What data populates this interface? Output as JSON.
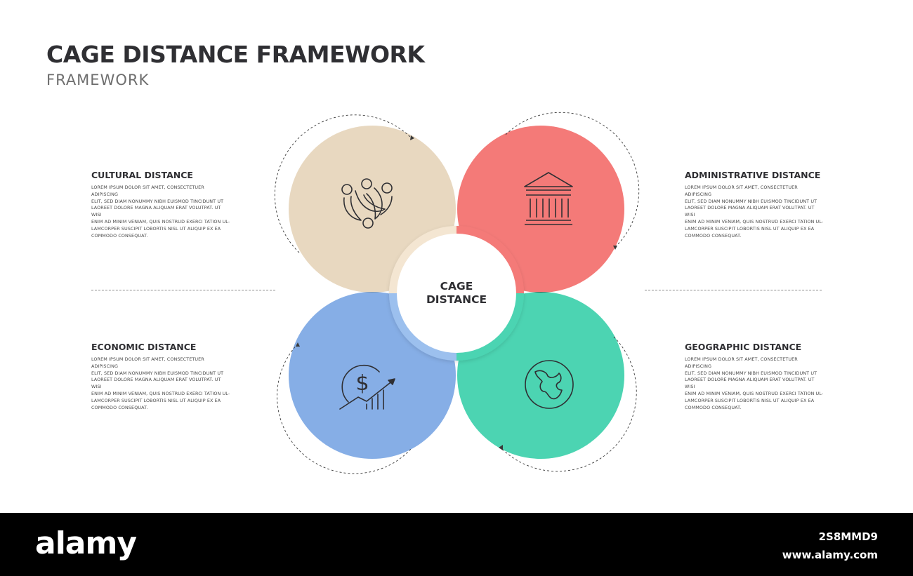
{
  "header": {
    "title": "CAGE DISTANCE FRAMEWORK",
    "subtitle": "FRAMEWORK"
  },
  "center": {
    "line1": "CAGE",
    "line2": "DISTANCE"
  },
  "blocks": {
    "cultural": {
      "heading": "CULTURAL DISTANCE",
      "lines": [
        "LOREM IPSUM DOLOR SIT AMET, CONSECTETUER ADIPISCING",
        "ELIT, SED DIAM NONUMMY NIBH EUISMOD TINCIDUNT UT",
        "LAOREET DOLORE MAGNA ALIQUAM ERAT VOLUTPAT. UT WISI",
        "ENIM AD MINIM VENIAM, QUIS NOSTRUD EXERCI TATION UL-",
        "LAMCORPER SUSCIPIT LOBORTIS NISL UT ALIQUIP EX EA",
        "COMMODO CONSEQUAT."
      ]
    },
    "administrative": {
      "heading": "ADMINISTRATIVE DISTANCE",
      "lines": [
        "LOREM IPSUM DOLOR SIT AMET, CONSECTETUER ADIPISCING",
        "ELIT, SED DIAM NONUMMY NIBH EUISMOD TINCIDUNT UT",
        "LAOREET DOLORE MAGNA ALIQUAM ERAT VOLUTPAT. UT WISI",
        "ENIM AD MINIM VENIAM, QUIS NOSTRUD EXERCI TATION UL-",
        "LAMCORPER SUSCIPIT LOBORTIS NISL UT ALIQUIP EX EA",
        "COMMODO CONSEQUAT."
      ]
    },
    "economic": {
      "heading": "ECONOMIC DISTANCE",
      "lines": [
        "LOREM IPSUM DOLOR SIT AMET, CONSECTETUER ADIPISCING",
        "ELIT, SED DIAM NONUMMY NIBH EUISMOD TINCIDUNT UT",
        "LAOREET DOLORE MAGNA ALIQUAM ERAT VOLUTPAT. UT WISI",
        "ENIM AD MINIM VENIAM, QUIS NOSTRUD EXERCI TATION UL-",
        "LAMCORPER SUSCIPIT LOBORTIS NISL UT ALIQUIP EX EA",
        "COMMODO CONSEQUAT."
      ]
    },
    "geographic": {
      "heading": "GEOGRAPHIC DISTANCE",
      "lines": [
        "LOREM IPSUM DOLOR SIT AMET, CONSECTETUER ADIPISCING",
        "ELIT, SED DIAM NONUMMY NIBH EUISMOD TINCIDUNT UT",
        "LAOREET DOLORE MAGNA ALIQUAM ERAT VOLUTPAT. UT WISI",
        "ENIM AD MINIM VENIAM, QUIS NOSTRUD EXERCI TATION UL-",
        "LAMCORPER SUSCIPIT LOBORTIS NISL UT ALIQUIP EX EA",
        "COMMODO CONSEQUAT."
      ]
    }
  },
  "circles": {
    "cultural": {
      "color": "#e8d8c0",
      "icon": "people-circle-icon"
    },
    "administrative": {
      "color": "#f47a78",
      "icon": "bank-building-icon"
    },
    "economic": {
      "color": "#86aee6",
      "icon": "dollar-growth-icon"
    },
    "geographic": {
      "color": "#4cd4b2",
      "icon": "globe-icon"
    }
  },
  "overlap_colors": {
    "cultural_administrative": "#e06d60",
    "cultural_economic": "#7b96ae",
    "administrative_geographic": "#3e5e4f",
    "economic_geographic": "#2596a2"
  },
  "footer": {
    "brand": "alamy",
    "image_id": "2S8MMD9",
    "url": "www.alamy.com"
  }
}
